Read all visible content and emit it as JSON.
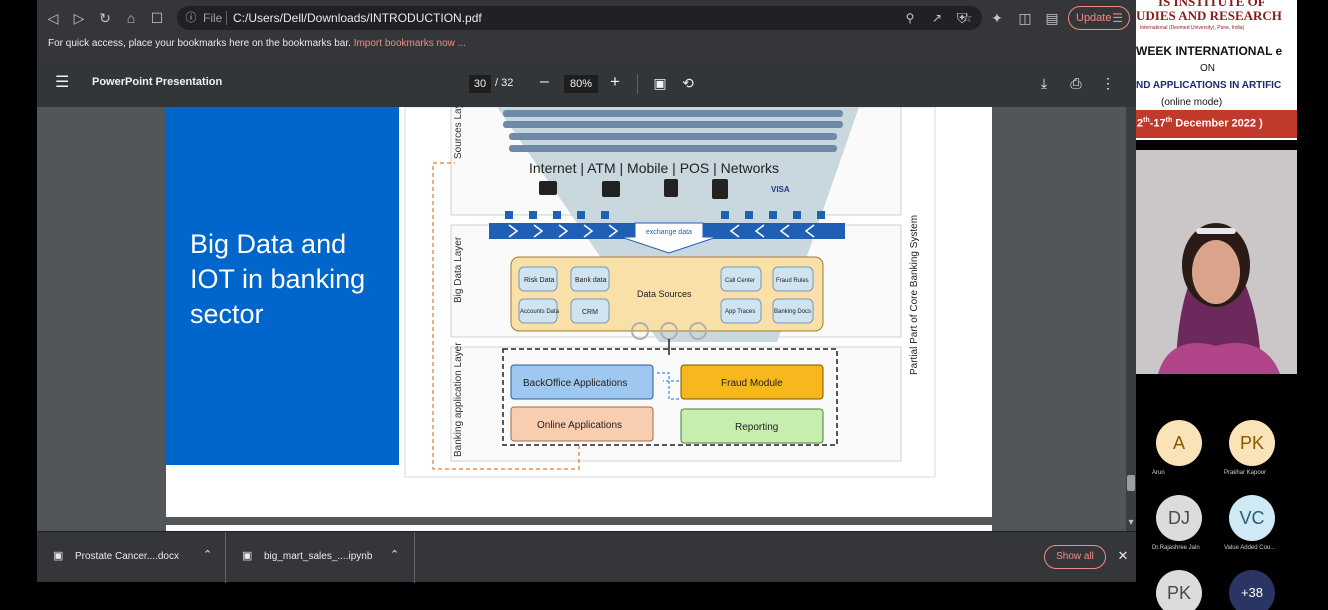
{
  "browser": {
    "omnibox": {
      "scheme": "File",
      "url": "C:/Users/Dell/Downloads/INTRODUCTION.pdf"
    },
    "update_label": "Update"
  },
  "bookmarks": {
    "prompt": "For quick access, place your bookmarks here on the bookmarks bar.",
    "import_link": "Import bookmarks now ..."
  },
  "pdf": {
    "title": "PowerPoint Presentation",
    "current_page": "30",
    "total_pages": "/ 32",
    "zoom": "80%"
  },
  "slide": {
    "title": "Big Data and IOT in banking sector",
    "diagram": {
      "side_label": "Partial Part of Core Banking System",
      "layers": {
        "sources": "Sources Layer",
        "big_data": "Big Data Layer",
        "banking_app": "Banking application Layer"
      },
      "channels": "Internet | ATM | Mobile |  POS | Networks",
      "exchange": "exchange data",
      "data_sources_label": "Data Sources",
      "left_sources": [
        "Risk Data",
        "Bank data",
        "Accounts Data",
        "CRM"
      ],
      "right_sources": [
        "Call Center",
        "Fraud Rules",
        "App Traces",
        "Banking Docs"
      ],
      "visa": "VISA",
      "apps": {
        "backoffice": "BackOffice Applications",
        "fraud": "Fraud Module",
        "online": "Online Applications",
        "reporting": "Reporting"
      },
      "colors": {
        "backoffice": "#9ec8f0",
        "fraud": "#f7b71d",
        "online": "#f8cdb0",
        "reporting": "#c6eeae",
        "data_panel": "#f9e0a8",
        "arrow_band": "#1f5fb5"
      }
    }
  },
  "downloads": {
    "items": [
      "Prostate Cancer....docx",
      "big_mart_sales_....ipynb"
    ],
    "show_all": "Show all"
  },
  "meeting": {
    "banner": {
      "line1": "IS INSTITUTE OF",
      "line2": "UDIES AND RESEARCH",
      "line3": "International (Deemed University), Pune, India)",
      "line4": "WEEK INTERNATIONAL e",
      "line5": "ON",
      "line6": "ND APPLICATIONS IN ARTIFIC",
      "line7": "(online mode)",
      "date_start": "2",
      "sup1": "th",
      "date_mid": "-17",
      "sup2": "th",
      "date_end": " December 2022 )"
    },
    "participants": [
      {
        "initials": "A",
        "name": "Arun",
        "bg": "#fbe3b8",
        "fg": "#8a5a00"
      },
      {
        "initials": "PK",
        "name": "Prakhar Kapoor",
        "bg": "#fbe3b8",
        "fg": "#8a5a00"
      },
      {
        "initials": "DJ",
        "name": "Dr.Rajashree Jain",
        "bg": "#dcdcdc",
        "fg": "#4a4a4a"
      },
      {
        "initials": "VC",
        "name": "Value Added Cou...",
        "bg": "#cfeaf5",
        "fg": "#2a5d74"
      },
      {
        "initials": "PK",
        "name": "",
        "bg": "#dcdcdc",
        "fg": "#4a4a4a"
      }
    ],
    "more_count": "+38"
  }
}
